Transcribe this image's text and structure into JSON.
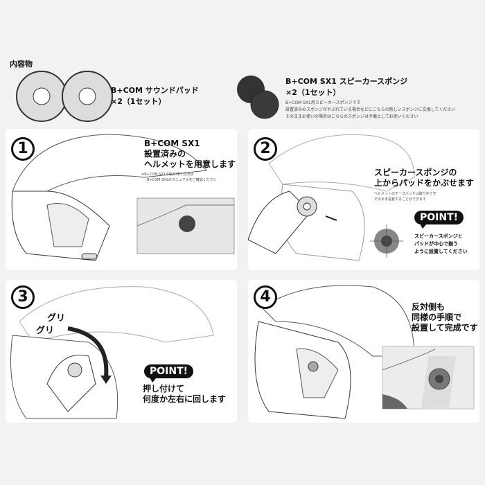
{
  "contents": {
    "title": "内容物",
    "pad": {
      "name": "B+COM サウンドパッド",
      "qty": "×2（1セット）"
    },
    "sponge": {
      "name": "B+COM SX1 スピーカースポンジ",
      "qty": "×2（1セット）",
      "note1": "B+COM SX1用スピーカースポンジです",
      "note2": "設置済みのスポンジがやぶれている場合などにこちらの新しいスポンジに交換してください",
      "note3": "そのままお使いの場合はこちらのスポンジは予備としてお使いください"
    }
  },
  "steps": [
    {
      "num": "1",
      "head1": "B+COM SX1",
      "head2": "設置済みの",
      "head3": "ヘルメットを用意します",
      "note1": "※B+COM SX1の取り付け方法は",
      "note2": "B+COM SX1のマニュアルをご確認ください"
    },
    {
      "num": "2",
      "head1": "スピーカースポンジの",
      "head2": "上からパッドをかぶせます",
      "note1": "ヘルメットのチークパッドは取り外さず",
      "note2": "そのまま設置することができます",
      "point": "POINT!",
      "point1": "スピーカースポンジと",
      "point2": "パッドが中心で揃う",
      "point3": "ように設置してください"
    },
    {
      "num": "3",
      "gri1": "グリ",
      "gri2": "グリ",
      "point": "POINT!",
      "point1": "押し付けて",
      "point2": "何度か左右に回します"
    },
    {
      "num": "4",
      "head1": "反対側も",
      "head2": "同様の手順で",
      "head3": "設置して完成です"
    }
  ]
}
